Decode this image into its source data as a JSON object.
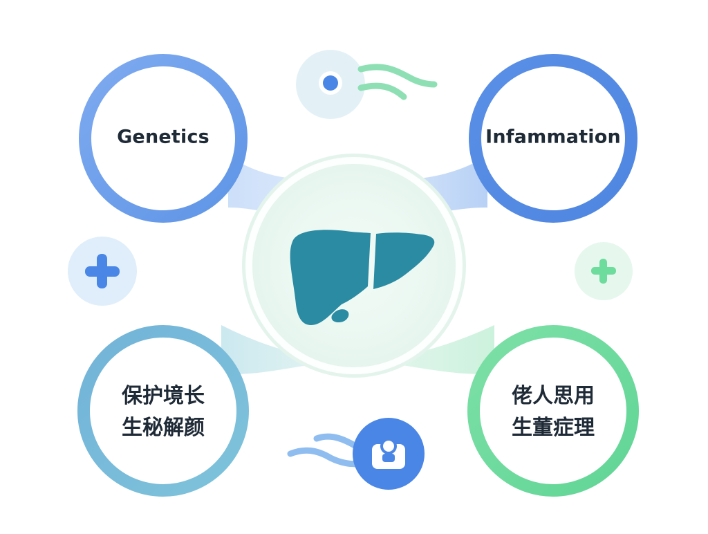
{
  "colors": {
    "blue": "#5b8fe0",
    "blue_light": "#7aa7ea",
    "teal": "#2a8ba3",
    "teal_blue": "#6fb7d6",
    "green": "#6ddc9c",
    "pale_green": "#e8f7ef",
    "pale_blue": "#dfeefa"
  },
  "center": {
    "icon": "liver-icon"
  },
  "nodes": {
    "top_left": {
      "label": "Genetics"
    },
    "top_right": {
      "label": "Infammation"
    },
    "bottom_left": {
      "lines": [
        "保护境长",
        "生秘解颜"
      ]
    },
    "bottom_right": {
      "lines": [
        "佬人思用",
        "生董症理"
      ]
    }
  },
  "decorations": {
    "left_badge": {
      "icon": "plus-icon"
    },
    "right_badge": {
      "icon": "plus-icon"
    },
    "top_badge": {
      "icon": "cell-icon"
    },
    "bottom_badge": {
      "icon": "person-icon"
    }
  }
}
